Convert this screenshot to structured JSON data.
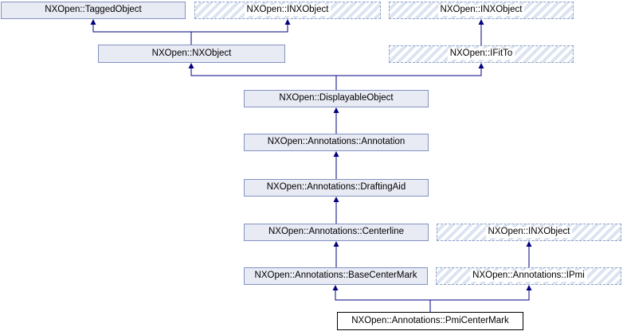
{
  "diagram": {
    "kind": "class-inheritance-graph",
    "current_class": "NXOpen::Annotations::PmiCenterMark"
  },
  "colors": {
    "class_box_fill": "#e8eaf4",
    "class_box_border": "#8393c3",
    "interface_box_border": "#8ba0c8",
    "interface_hatch_stripe": "#dce4f2",
    "arrow": "#000080",
    "current_box_fill": "#ffffff",
    "current_box_border": "#000000",
    "text": "#000000"
  },
  "nodes": [
    {
      "id": "taggedobject",
      "label": "NXOpen::TaggedObject",
      "kind": "class"
    },
    {
      "id": "inxobject-top-1",
      "label": "NXOpen::INXObject",
      "kind": "interface"
    },
    {
      "id": "inxobject-top-2",
      "label": "NXOpen::INXObject",
      "kind": "interface"
    },
    {
      "id": "nxobject",
      "label": "NXOpen::NXObject",
      "kind": "class"
    },
    {
      "id": "ifitto",
      "label": "NXOpen::IFitTo",
      "kind": "interface"
    },
    {
      "id": "displayableobject",
      "label": "NXOpen::DisplayableObject",
      "kind": "class"
    },
    {
      "id": "annotation",
      "label": "NXOpen::Annotations::Annotation",
      "kind": "class"
    },
    {
      "id": "draftingaid",
      "label": "NXOpen::Annotations::DraftingAid",
      "kind": "class"
    },
    {
      "id": "centerline",
      "label": "NXOpen::Annotations::Centerline",
      "kind": "class"
    },
    {
      "id": "inxobject-mid",
      "label": "NXOpen::INXObject",
      "kind": "interface"
    },
    {
      "id": "basecentermark",
      "label": "NXOpen::Annotations::BaseCenterMark",
      "kind": "class"
    },
    {
      "id": "ipmi",
      "label": "NXOpen::Annotations::IPmi",
      "kind": "interface"
    },
    {
      "id": "pmicentermark",
      "label": "NXOpen::Annotations::PmiCenterMark",
      "kind": "current"
    }
  ],
  "edges": [
    {
      "from": "nxobject",
      "to": "taggedobject"
    },
    {
      "from": "nxobject",
      "to": "inxobject-top-1"
    },
    {
      "from": "ifitto",
      "to": "inxobject-top-2"
    },
    {
      "from": "displayableobject",
      "to": "nxobject"
    },
    {
      "from": "displayableobject",
      "to": "ifitto"
    },
    {
      "from": "annotation",
      "to": "displayableobject"
    },
    {
      "from": "draftingaid",
      "to": "annotation"
    },
    {
      "from": "centerline",
      "to": "draftingaid"
    },
    {
      "from": "basecentermark",
      "to": "centerline"
    },
    {
      "from": "ipmi",
      "to": "inxobject-mid"
    },
    {
      "from": "pmicentermark",
      "to": "basecentermark"
    },
    {
      "from": "pmicentermark",
      "to": "ipmi"
    }
  ]
}
